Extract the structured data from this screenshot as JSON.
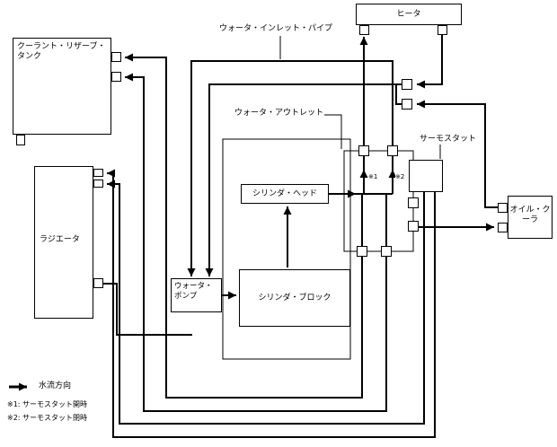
{
  "diagram": {
    "boxes": {
      "heater": "ヒータ",
      "coolant_reserve_tank": "クーラント・リザーブ・タンク",
      "radiator": "ラジエータ",
      "cylinder_head": "シリンダ・ヘッド",
      "cylinder_block": "シリンダ・ブロック",
      "water_pump": "ウォータ・ポンプ",
      "oil_cooler": "オイル・クーラ"
    },
    "labels": {
      "water_inlet_pipe": "ウォータ・インレット・パイプ",
      "water_outlet": "ウォータ・アウトレット",
      "thermostat": "サーモスタット",
      "marker1": "※1",
      "marker2": "※2"
    },
    "legend": {
      "flow_direction": "水流方向",
      "note1": "※1: サーモスタット開時",
      "note2": "※2: サーモスタット閉時"
    },
    "colors": {
      "line": "#000000",
      "background": "#ffffff"
    }
  }
}
